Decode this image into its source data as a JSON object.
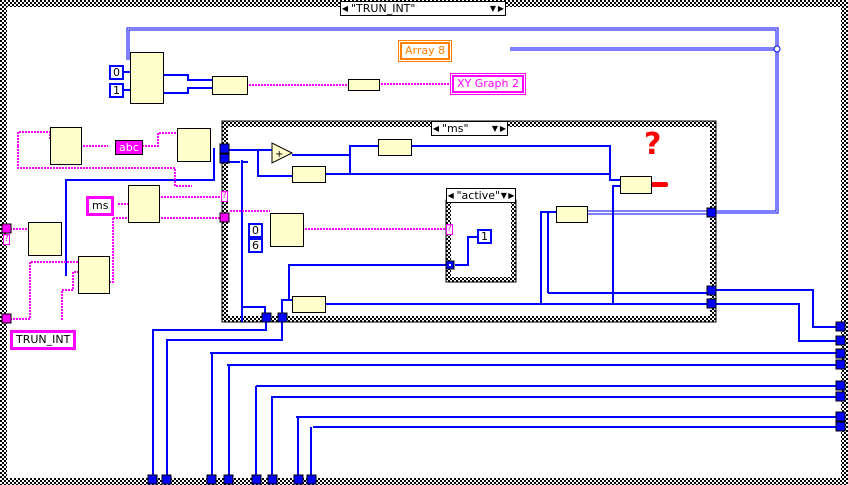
{
  "diagram": {
    "type": "LabVIEW block diagram",
    "outer_case": {
      "selector_value": "\"TRUN_INT\""
    },
    "inner_case_ms": {
      "selector_value": "\"ms\""
    },
    "inner_case_active": {
      "selector_value": "\"active\""
    },
    "constants": {
      "index_0": "0",
      "index_1": "1",
      "subset_index": "0",
      "subset_length": "6",
      "active_value": "1"
    },
    "string_constants": {
      "ms": "ms",
      "trun_int": "TRUN_INT",
      "abc_display": "abc"
    },
    "indicators": {
      "array8": "Array 8",
      "xy_graph2": "XY Graph 2"
    },
    "annotation": "?",
    "tunnel_question": "?",
    "colors": {
      "int_wire": "#0000ff",
      "string_wire": "#ff00ff",
      "array_indicator": "#ff8000",
      "node_fill": "#ffffcc",
      "annotation": "#ff0000"
    }
  }
}
